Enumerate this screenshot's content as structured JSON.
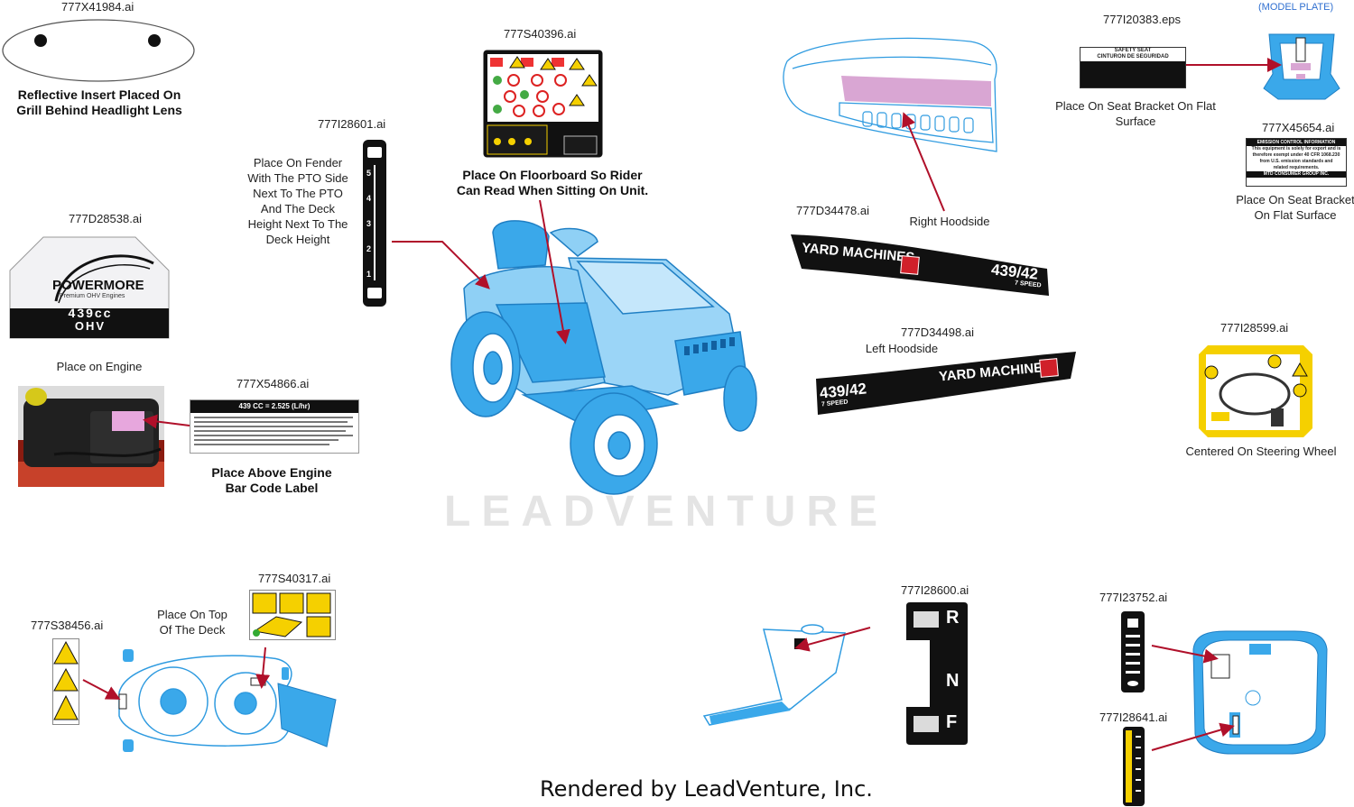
{
  "parts": {
    "p41984": {
      "number": "777X41984.ai",
      "caption_l1": "Reflective Insert Placed On",
      "caption_l2": "Grill Behind Headlight Lens"
    },
    "p40396": {
      "number": "777S40396.ai",
      "caption_l1": "Place On Floorboard So Rider",
      "caption_l2": "Can Read When Sitting On Unit."
    },
    "p28601": {
      "number": "777I28601.ai",
      "caption": [
        "Place On Fender",
        "With The PTO Side",
        "Next To The PTO",
        "And The Deck",
        "Height Next To The",
        "Deck Height"
      ],
      "scale": [
        "5",
        "4",
        "3",
        "2",
        "1"
      ]
    },
    "p28538": {
      "number": "777D28538.ai",
      "caption": "Place on Engine",
      "brand": "POWERMORE",
      "tagline": "Premium OHV Engines",
      "size": "439cc",
      "type": "OHV"
    },
    "p54866": {
      "number": "777X54866.ai",
      "caption_l1": "Place Above Engine",
      "caption_l2": "Bar Code Label",
      "header": "439 CC  = 2.525  (L/hr)"
    },
    "p34478": {
      "number": "777D34478.ai",
      "caption": "Right Hoodside",
      "brand": "YARD MACHINES",
      "model": "439/42",
      "speed": "7 SPEED"
    },
    "p34498": {
      "number": "777D34498.ai",
      "caption": "Left Hoodside",
      "brand": "YARD MACHINES",
      "model": "439/42",
      "speed": "7 SPEED"
    },
    "p20383": {
      "number": "777I20383.eps",
      "caption_l1": "Place On Seat Bracket On Flat",
      "caption_l2": "Surface",
      "title1": "SAFETY SEAT",
      "title2": "CINTURON DE SEGURIDAD"
    },
    "model_plate": {
      "label": "(MODEL PLATE)"
    },
    "p45654": {
      "number": "777X45654.ai",
      "caption_l1": "Place On Seat Bracket",
      "caption_l2": "On Flat Surface",
      "header": "EMISSION CONTROL INFORMATION",
      "lines": [
        "This equipment is solely for export and is",
        "therefore exempt under 40 CFR 1068.230",
        "from U.S. emission standards and",
        "related requirements.",
        "MTD CONSUMER GROUP INC."
      ]
    },
    "p28599": {
      "number": "777I28599.ai",
      "caption": "Centered On Steering Wheel"
    },
    "p40317": {
      "number": "777S40317.ai"
    },
    "p38456": {
      "number": "777S38456.ai"
    },
    "deck": {
      "caption_l1": "Place On Top",
      "caption_l2": "Of The Deck"
    },
    "p28600": {
      "number": "777I28600.ai",
      "letters": [
        "R",
        "N",
        "F"
      ]
    },
    "p23752": {
      "number": "777I23752.ai"
    },
    "p28641": {
      "number": "777I28641.ai"
    }
  },
  "watermark": "LEADVENTURE",
  "footer": "Rendered by LeadVenture, Inc.",
  "colors": {
    "outline_blue": "#2f9be0",
    "fill_blue": "#3aa8ea",
    "arrow_red": "#b0102a",
    "pink": "#d9a6d3",
    "yellow": "#f5d000"
  }
}
